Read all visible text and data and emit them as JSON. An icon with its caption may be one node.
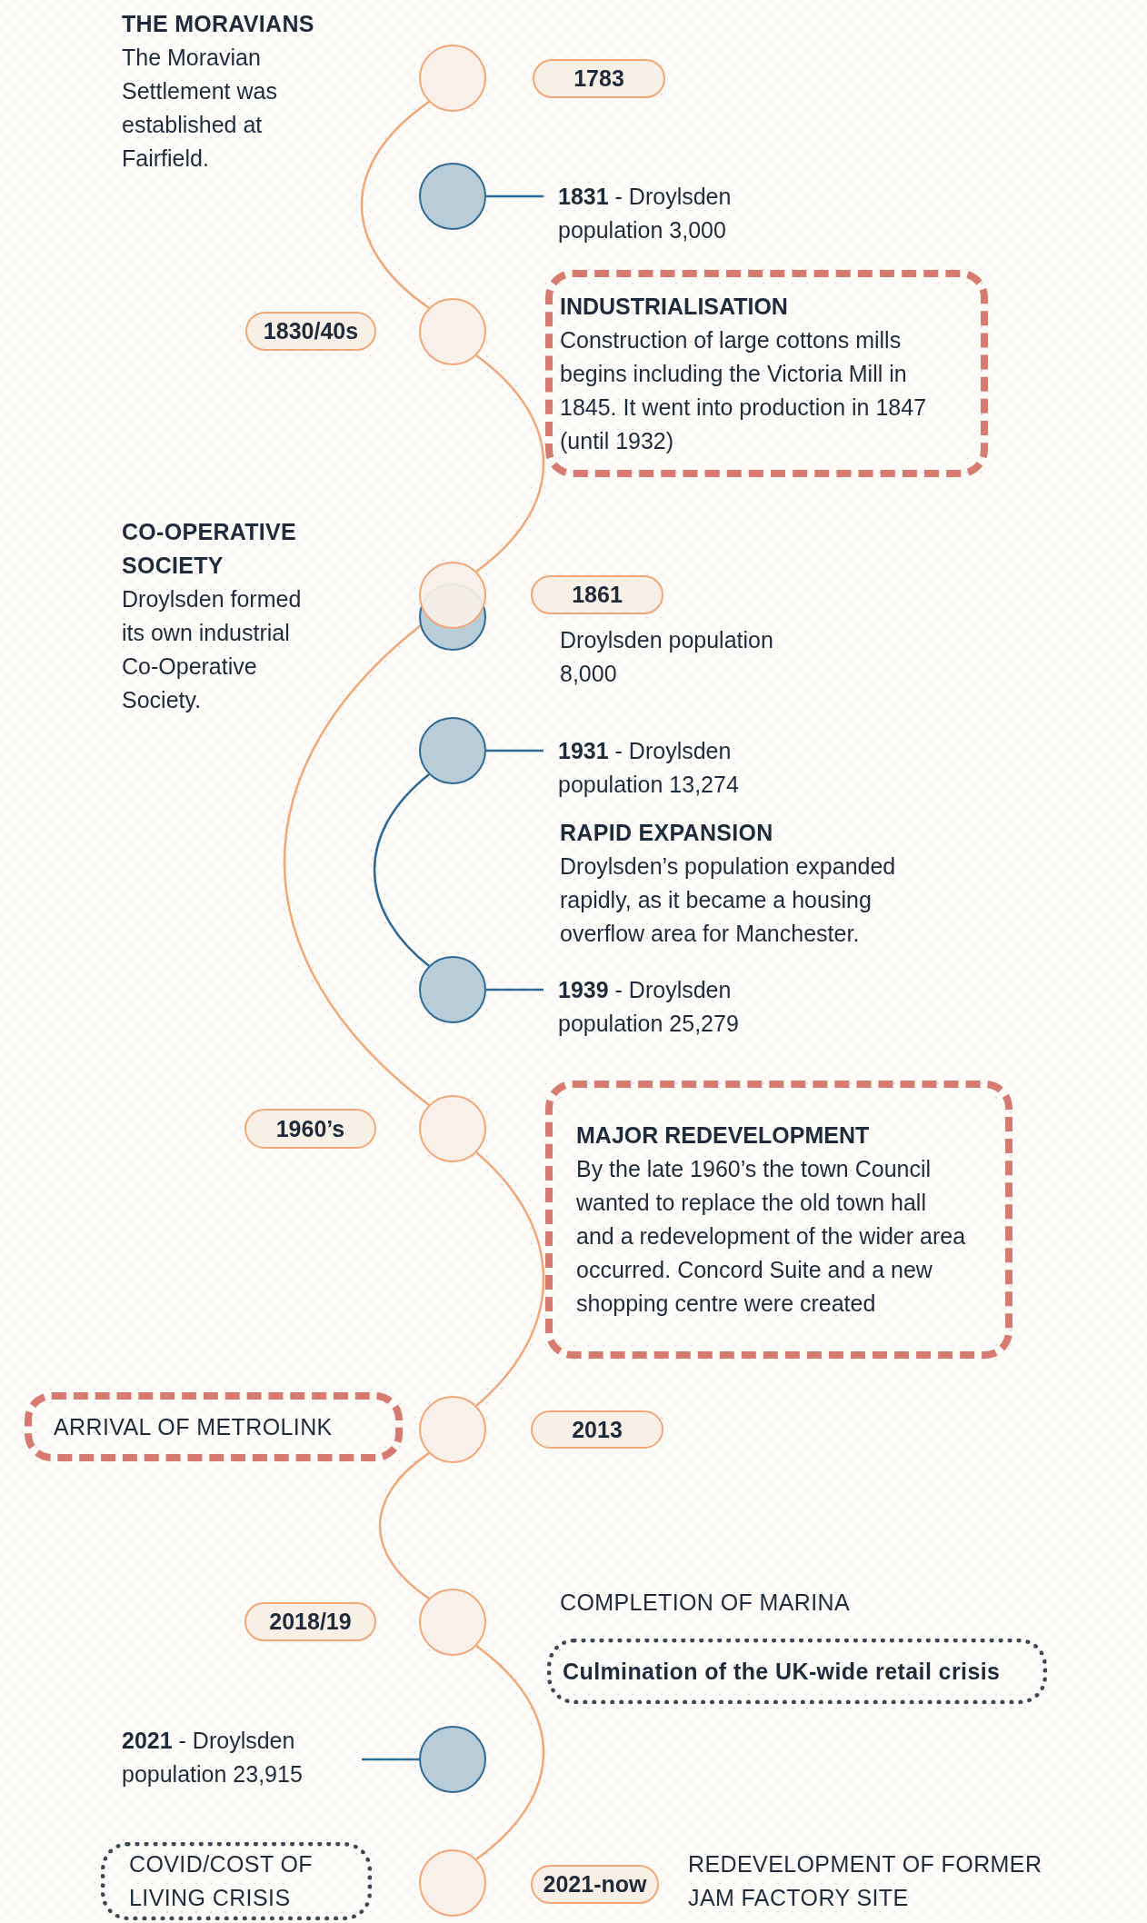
{
  "diagram": {
    "nodes": [
      {
        "text": [],
        "shape": "circle"
      },
      {
        "text": [
          "1783"
        ]
      },
      {
        "text": [],
        "shape": "circle"
      },
      {
        "text": [
          "**1831** - Droylsden population 3,000"
        ]
      },
      {
        "text": [
          "1830/40s"
        ]
      },
      {
        "text": [],
        "shape": "circle"
      },
      {
        "text": [
          "INDUSTRIALISATION",
          "Construction of large cottons mills begins including the Victoria Mill in 1845. It went into production in 1847 (until 1932)"
        ]
      },
      {
        "text": [],
        "shape": "circle"
      },
      {
        "text": [],
        "shape": "circle"
      },
      {
        "text": [
          "1861"
        ]
      },
      {
        "text": [],
        "shape": "circle"
      },
      {
        "text": [
          "**1931** - Droylsden population 13,274"
        ]
      },
      {
        "text": [],
        "shape": "circle"
      },
      {
        "text": [
          "**1939** - Droylsden population 25,279"
        ]
      },
      {
        "text": [
          "1960’s"
        ]
      },
      {
        "text": [],
        "shape": "circle"
      },
      {
        "text": [
          "MAJOR REDEVELOPMENT",
          "By the late 1960’s the town Council wanted to replace the old town hall and a redevelopment of the wider area occurred. Concord Suite and a new shopping centre were created"
        ]
      },
      {
        "text": [
          "ARRIVAL OF METROLINK"
        ]
      },
      {
        "text": [],
        "shape": "circle"
      },
      {
        "text": [
          "2013"
        ]
      },
      {
        "text": [
          "2018/19"
        ]
      },
      {
        "text": [],
        "shape": "circle"
      },
      {
        "text": [
          "Culmination of the UK-wide retail crisis"
        ]
      },
      {
        "text": [
          "**2021** - Droylsden population 23,915"
        ]
      },
      {
        "text": [],
        "shape": "circle"
      },
      {
        "text": [
          "COVID/COST OF LIVING CRISIS"
        ]
      },
      {
        "text": [],
        "shape": "circle"
      },
      {
        "text": [
          "2021-now"
        ]
      }
    ],
    "edges": [
      {
        "from": 0,
        "to": 5,
        "arrow": "none"
      },
      {
        "from": 2,
        "to": 3,
        "arrow": "none",
        "color": "#2e6a96"
      },
      {
        "from": 5,
        "to": 7,
        "arrow": "none"
      },
      {
        "from": 7,
        "to": 15,
        "arrow": "none"
      },
      {
        "from": 10,
        "to": 11,
        "arrow": "none",
        "color": "#2e6a96"
      },
      {
        "from": 10,
        "to": 12,
        "arrow": "none",
        "color": "#2e6a96"
      },
      {
        "from": 12,
        "to": 13,
        "arrow": "none",
        "color": "#2e6a96"
      },
      {
        "from": 15,
        "to": 18,
        "arrow": "none"
      },
      {
        "from": 18,
        "to": 21,
        "arrow": "none"
      },
      {
        "from": 23,
        "to": 24,
        "arrow": "none",
        "color": "#2e6a96"
      },
      {
        "from": 21,
        "to": 26,
        "arrow": "none"
      }
    ],
    "labels": [
      "THE MORAVIANS",
      "The Moravian Settlement was established at Fairfield.",
      "CO-OPERATIVE SOCIETY",
      "Droylsden formed its own industrial Co-Operative Society.",
      "Droylsden population 8,000",
      "RAPID EXPANSION",
      "Droylsden’s population expanded rapidly, as it became a housing overflow area for Manchester.",
      "COMPLETION OF MARINA",
      "REDEVELOPMENT OF FORMER JAM FACTORY SITE"
    ]
  }
}
